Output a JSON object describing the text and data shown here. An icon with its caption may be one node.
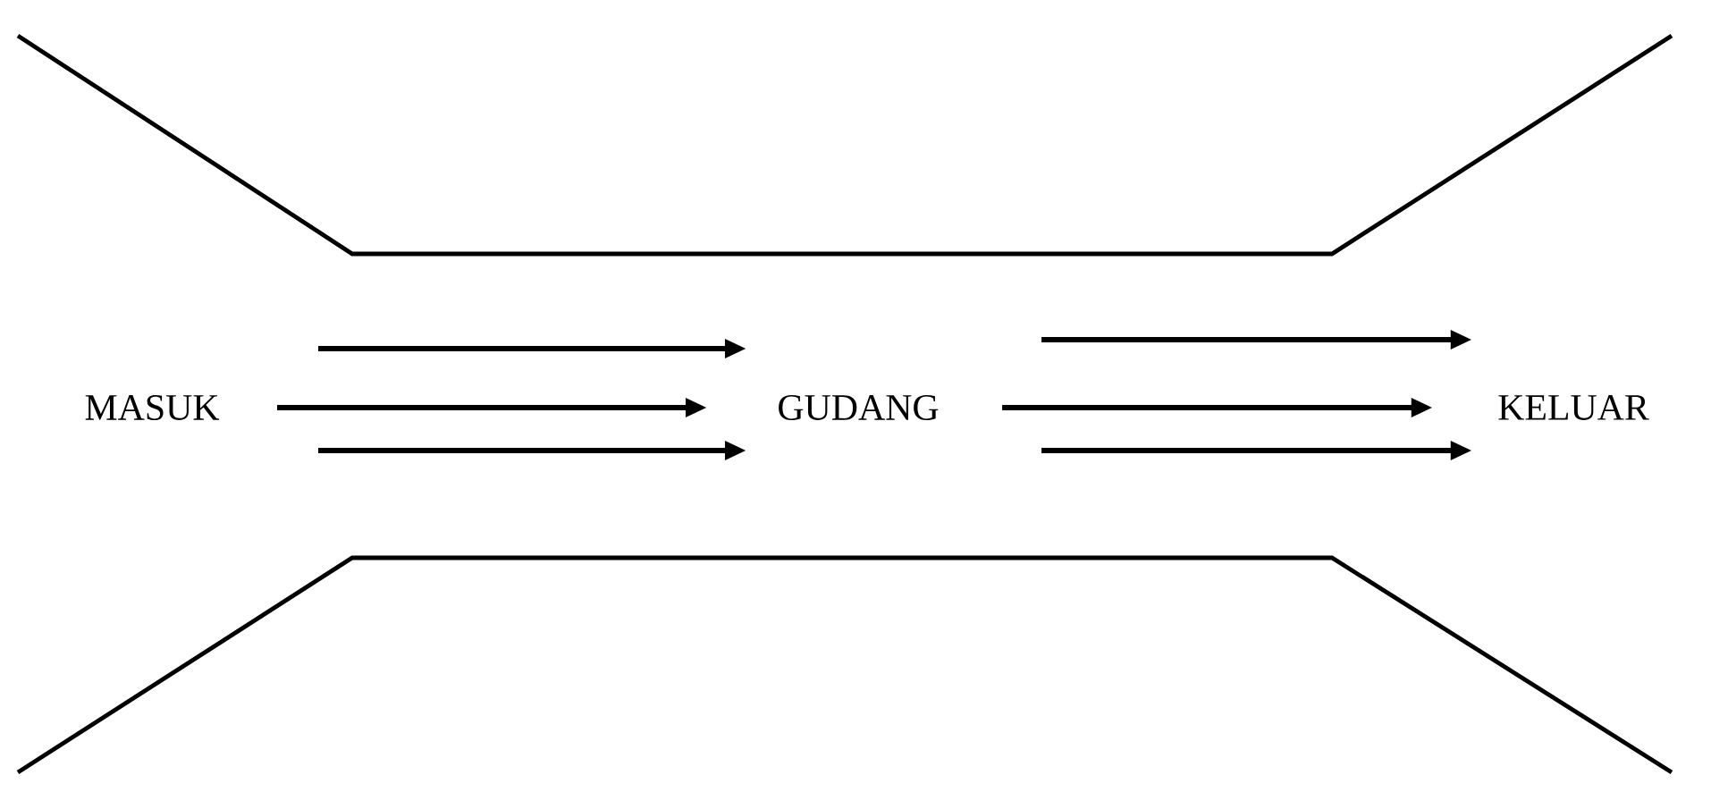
{
  "diagram": {
    "nodes": [
      {
        "text": [
          "MASUK"
        ]
      },
      {
        "text": [
          "GUDANG"
        ]
      },
      {
        "text": [
          "KELUAR"
        ]
      }
    ],
    "edges": [
      {
        "from": 0,
        "to": 1,
        "arrow": "to"
      },
      {
        "from": 0,
        "to": 1,
        "arrow": "to"
      },
      {
        "from": 0,
        "to": 1,
        "arrow": "to"
      },
      {
        "from": 1,
        "to": 2,
        "arrow": "to"
      },
      {
        "from": 1,
        "to": 2,
        "arrow": "to"
      },
      {
        "from": 1,
        "to": 2,
        "arrow": "to"
      }
    ]
  }
}
